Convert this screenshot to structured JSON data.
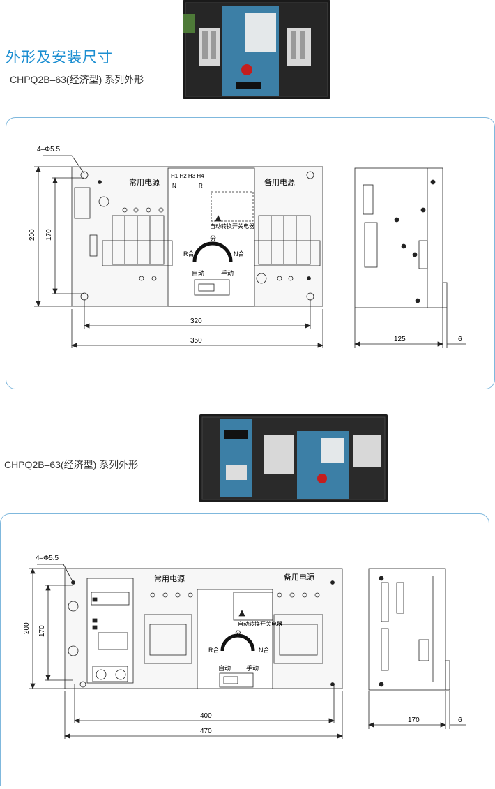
{
  "page": {
    "heading": "外形及安装尺寸",
    "accent_color": "#1b8ed1",
    "panel_border_color": "#7fb8dd"
  },
  "section1": {
    "subtitle": "CHPQ2B–63(经济型) 系列外形",
    "drawing": {
      "hole_note": "4–Φ5.5",
      "label_normal_power": "常用电源",
      "label_backup_power": "备用电源",
      "label_h_terminals": "H1 H2 H3 H4",
      "label_n": "N",
      "label_r": "R",
      "label_controller": "自动转换开关电器",
      "label_fen": "分",
      "label_r_he": "R合",
      "label_n_he": "N合",
      "label_auto": "自动",
      "label_manual": "手动",
      "dim_height_outer": "200",
      "dim_height_inner": "170",
      "dim_width_inner": "320",
      "dim_width_outer": "350",
      "dim_depth": "125",
      "dim_plate": "6"
    }
  },
  "section2": {
    "subtitle": "CHPQ2B–63(经济型) 系列外形",
    "drawing": {
      "hole_note": "4–Φ5.5",
      "label_normal_power": "常用电源",
      "label_backup_power": "备用电源",
      "label_controller": "自动转换开关电器",
      "label_fen": "分",
      "label_r_he": "R合",
      "label_n_he": "N合",
      "label_auto": "自动",
      "label_manual": "手动",
      "dim_height_outer": "200",
      "dim_height_inner": "170",
      "dim_width_inner": "400",
      "dim_width_outer": "470",
      "dim_depth": "170",
      "dim_plate": "6"
    }
  }
}
